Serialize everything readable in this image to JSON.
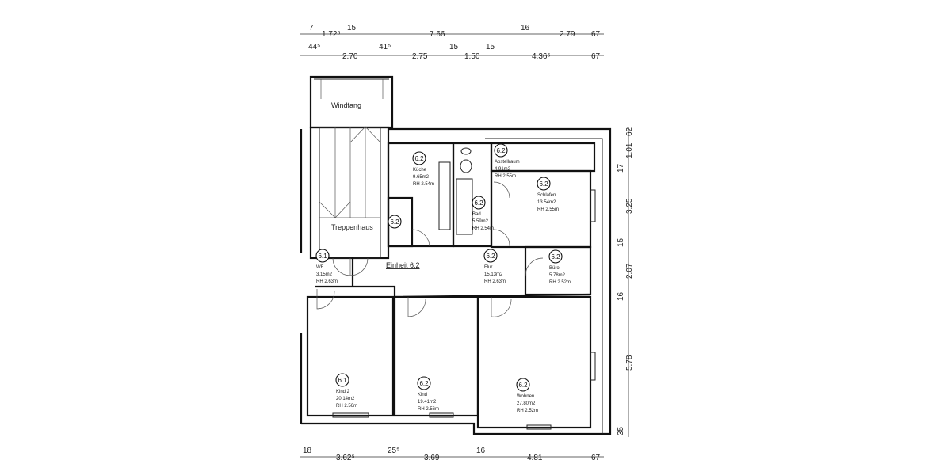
{
  "plan": {
    "unit_label": "Einheit 6.2",
    "labels": {
      "windfang": "Windfang",
      "treppenhaus": "Treppenhaus"
    },
    "rooms": [
      {
        "unit": "6.2",
        "name": "Küche",
        "area": "9.65m2",
        "height": "RH 2.54m"
      },
      {
        "unit": "6.2",
        "name": "Bad",
        "area": "5.59m2",
        "height": "RH 2.54m"
      },
      {
        "unit": "6.2",
        "name": "Abstellraum",
        "area": "4.91m2",
        "height": "RH 2.55m"
      },
      {
        "unit": "6.2",
        "name": "Schlafen",
        "area": "13.54m2",
        "height": "RH 2.55m"
      },
      {
        "unit": "6.2",
        "name": "Flur",
        "area": "15.13m2",
        "height": "RH 2.63m"
      },
      {
        "unit": "6.2",
        "name": "Büro",
        "area": "5.78m2",
        "height": "RH 2.52m"
      },
      {
        "unit": "6.1",
        "name": "WF",
        "area": "3.15m2",
        "height": "RH 2.63m"
      },
      {
        "unit": "6.1",
        "name": "Kind 2",
        "area": "20.14m2",
        "height": "RH 2.56m"
      },
      {
        "unit": "6.2",
        "name": "Kind",
        "area": "19.41m2",
        "height": "RH 2.56m"
      },
      {
        "unit": "6.2",
        "name": "Wohnen",
        "area": "27.80m2",
        "height": "RH 2.52m"
      },
      {
        "unit": "6.2",
        "name": "",
        "area": "",
        "height": ""
      }
    ]
  },
  "dimensions": {
    "top_row_1": [
      "7",
      "1.72⁵",
      "15",
      "7.66",
      "16",
      "2.79",
      "67"
    ],
    "top_row_2": [
      "44⁵",
      "2.70",
      "41⁵",
      "2.75",
      "15",
      "1.50",
      "15",
      "4.36⁵",
      "67"
    ],
    "bottom_row": [
      "18",
      "3.62⁵",
      "25⁵",
      "3.69",
      "16",
      "4.81",
      "67"
    ],
    "right_column": [
      "62",
      "1.01",
      "17",
      "3.25",
      "15",
      "2.07",
      "16",
      "5.78",
      "35"
    ]
  }
}
